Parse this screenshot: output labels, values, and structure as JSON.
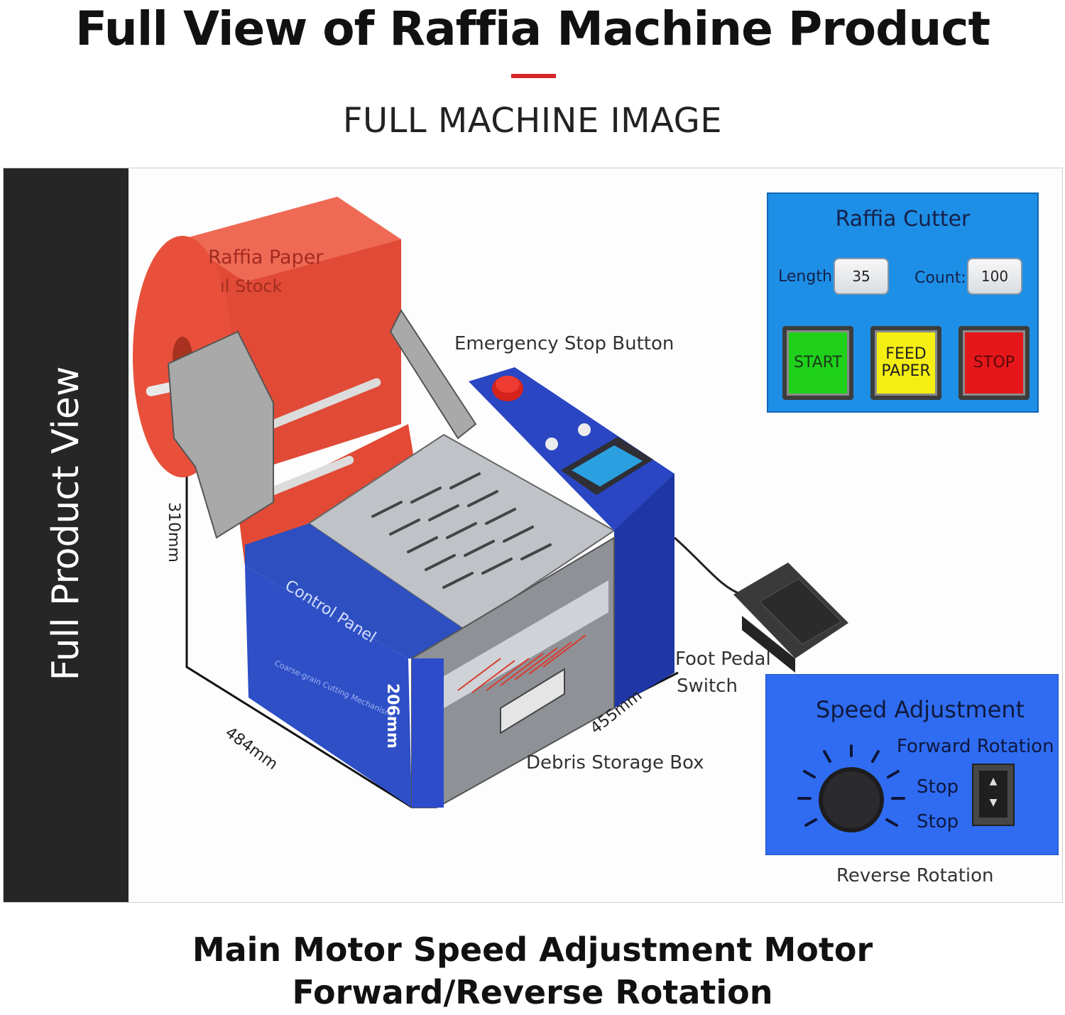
{
  "header": {
    "title": "Full View of Raffia Machine Product",
    "subtitle": "FULL MACHINE IMAGE"
  },
  "side_label": "Full Product View",
  "machine": {
    "roll_label_1": "Raffia Paper",
    "roll_label_2": "ıl Stock",
    "control_panel_label": "Control Panel",
    "front_text": "Coarse-grain Cutting Mechanism"
  },
  "annotations": {
    "emergency_stop": "Emergency Stop Button",
    "foot_pedal_1": "Foot Pedal",
    "foot_pedal_2": "Switch",
    "debris_box": "Debris Storage Box",
    "reverse_rotation": "Reverse Rotation"
  },
  "dimensions": {
    "height": "310mm",
    "depth": "484mm",
    "width": "455mm",
    "front_height": "206mm"
  },
  "control_panel": {
    "title": "Raffia Cutter",
    "length_label": "Length:",
    "length_value": "35",
    "count_label": "Count:",
    "count_value": "100",
    "start_label": "START",
    "feed_label_1": "FEED",
    "feed_label_2": "PAPER",
    "stop_label": "STOP",
    "colors": {
      "panel": "#1e8fe6",
      "start": "#1fd11a",
      "feed": "#f5ee12",
      "stop": "#e5171a"
    }
  },
  "speed_panel": {
    "title": "Speed Adjustment",
    "forward": "Forward Rotation",
    "stop_1": "Stop",
    "stop_2": "Stop"
  },
  "footer": {
    "line1": "Main Motor Speed Adjustment Motor",
    "line2": "Forward/Reverse Rotation"
  },
  "accent_color": "#d8262b"
}
